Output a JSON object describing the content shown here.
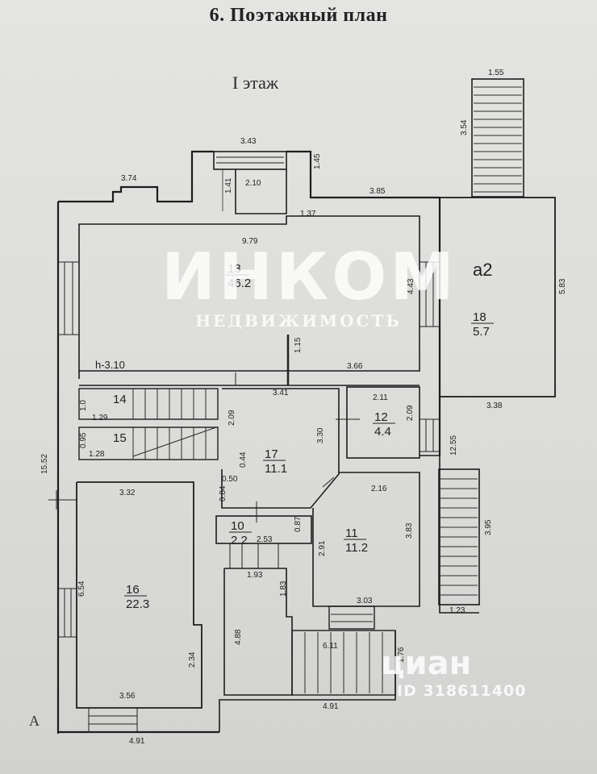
{
  "title": "6. Поэтажный план",
  "floor_label": "I этаж",
  "height_label": "h-3.10",
  "corner_letter": "А",
  "watermark": {
    "brand": "ИНКОМ",
    "subtitle": "НЕДВИЖИМОСТЬ"
  },
  "cian": {
    "name": "циан",
    "id": "ID 318611400"
  },
  "rooms": [
    {
      "key": "13",
      "number": "13",
      "area": "46.2"
    },
    {
      "key": "a2",
      "label": "а2",
      "number": "18",
      "area": "5.7"
    },
    {
      "key": "14",
      "number": "14"
    },
    {
      "key": "15",
      "number": "15"
    },
    {
      "key": "12",
      "number": "12",
      "area": "4.4"
    },
    {
      "key": "17",
      "number": "17",
      "area": "11.1"
    },
    {
      "key": "10",
      "number": "10",
      "area": "2.2"
    },
    {
      "key": "11",
      "number": "11",
      "area": "11.2"
    },
    {
      "key": "16",
      "number": "16",
      "area": "22.3"
    }
  ],
  "dimensions": {
    "stair_top_width": "1.55",
    "stair_top_length": "3.54",
    "porch_width": "3.43",
    "porch_depth_left": "1.41",
    "porch_inner": "2.10",
    "porch_depth_right": "1.45",
    "left_wing_width": "3.74",
    "right_top_width": "3.85",
    "room13_width": "9.79",
    "room13_depth": "4.43",
    "stair_bottom_right": "3.66",
    "partition": "1.15",
    "annex_depth": "5.83",
    "annex_width": "3.38",
    "room17_width": "3.41",
    "room17_depth": "3.30",
    "room17_left": "2.09",
    "room12_width": "2.11",
    "room12_depth": "2.09",
    "overall_right": "12.55",
    "overall_left": "15.52",
    "stair14_w": "1.0",
    "stair15_w": "0.95",
    "small_129": "1.29",
    "small_128": "1.28",
    "room16_top": "3.32",
    "room16_depth": "6.54",
    "room16_bottom": "3.56",
    "room16_notch": "2.34",
    "bottom_total_left": "4.91",
    "bottom_total_right": "4.91",
    "d044": "0.44",
    "d050": "0.50",
    "d084": "0.84",
    "room10_w": "2.53",
    "room10_d": "0.87",
    "room11_top": "2.16",
    "room11_depth": "3.83",
    "room11_left": "2.91",
    "room11_bottom": "3.03",
    "stair_right_len": "3.95",
    "stair_right_w": "1.23",
    "corridor_w": "1.93",
    "corridor_d": "1.83",
    "corridor_len": "4.88",
    "porch_bottom_w": "6.11",
    "porch_bottom_d": "1.76",
    "faint": "1.37"
  }
}
